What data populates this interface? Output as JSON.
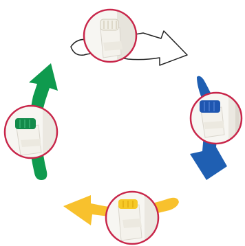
{
  "diagram": {
    "description_text": "",
    "steps": [
      {
        "id": "step-white",
        "cap_color": "#f1efe6",
        "arrow": "outline-right"
      },
      {
        "id": "step-blue",
        "cap_color": "#1f56b0",
        "arrow": "blue-down"
      },
      {
        "id": "step-yellow",
        "cap_color": "#f6c928",
        "arrow": "yellow-left"
      },
      {
        "id": "step-green",
        "cap_color": "#138a4a",
        "arrow": "green-up"
      }
    ]
  },
  "colors": {
    "ring": "#c8264a",
    "blue_arrow": "#1f5fb2",
    "yellow_arrow": "#f8c12d",
    "green_arrow": "#0f9a4e",
    "outline_arrow": "#222222",
    "connector_body": "#f4f2ec",
    "connector_shadow": "#d9d5cc",
    "lens_bg": "#f7f6f2"
  },
  "icons": [
    "cycle-arrows",
    "connector-cap"
  ]
}
